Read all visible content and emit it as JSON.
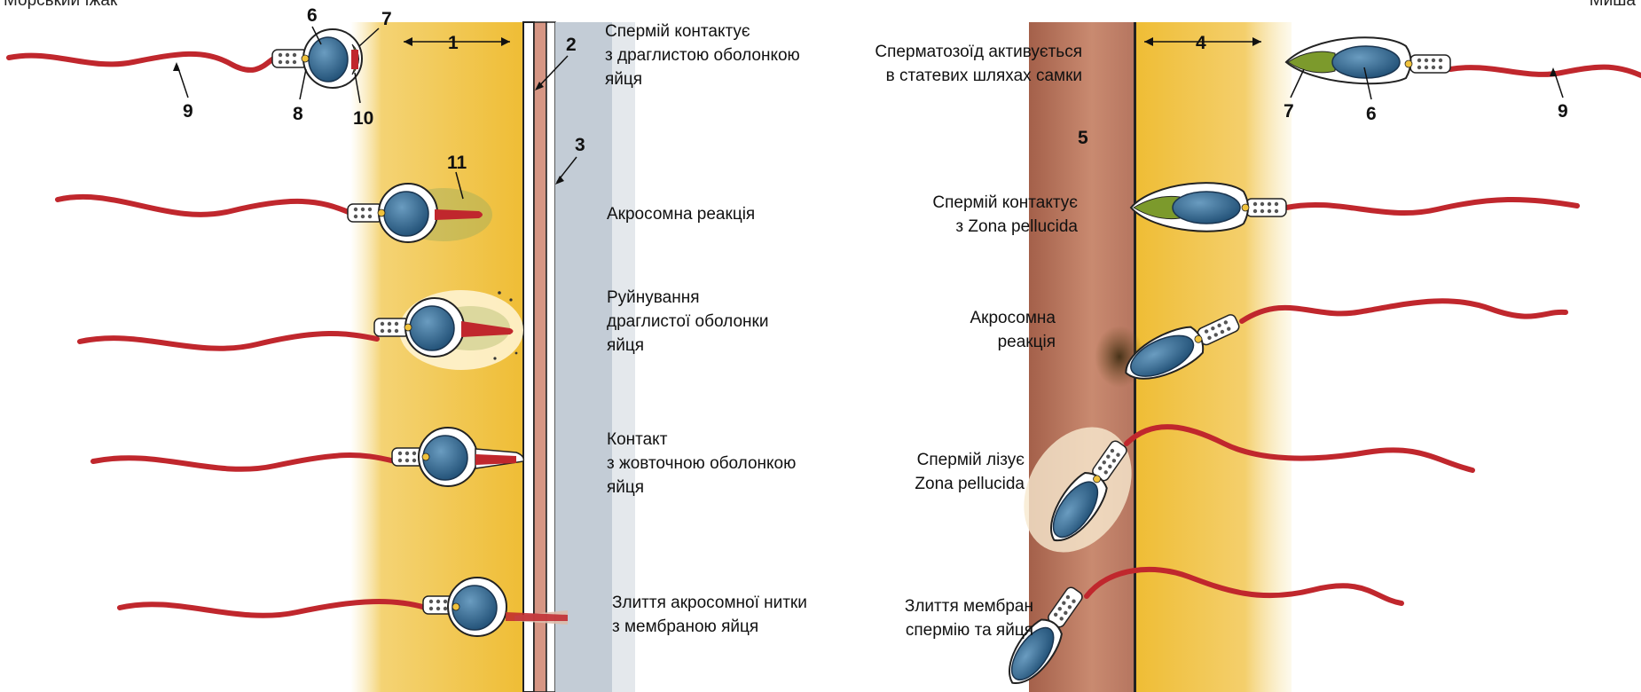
{
  "corner_labels": {
    "left": "Морський їжак",
    "right": "Миша"
  },
  "colors": {
    "jelly": "#f2c23c",
    "jelly_light": "#fae9a8",
    "membrane": "#d69684",
    "membrane_dark": "#a85f4c",
    "perivitelline": "#c3ccd6",
    "tail": "#c0272d",
    "nucleus": "#2f6a94",
    "acrosome": "#7c9a2c"
  },
  "left_labels": [
    [
      "Спермій контактує",
      "з драглистою оболонкою",
      "яйця"
    ],
    [
      "Акросомна реакція"
    ],
    [
      "Руйнування",
      "драглистої оболонки",
      "яйця"
    ],
    [
      "Контакт",
      "з жовточною оболонкою",
      "яйця"
    ],
    [
      "Злиття акросомної нитки",
      "з мембраною яйця"
    ]
  ],
  "right_labels": [
    [
      "Сперматозоїд активується",
      "в статевих шляхах самки"
    ],
    [
      "Спермій контактує",
      "з Zona pellucida"
    ],
    [
      "Акросомна",
      "реакція"
    ],
    [
      "Спермій лізує",
      "Zona pellucida"
    ],
    [
      "Злиття мембран",
      "спермію та яйця"
    ]
  ],
  "numbers": [
    "1",
    "2",
    "3",
    "4",
    "5",
    "6",
    "7",
    "8",
    "9",
    "10",
    "11"
  ]
}
